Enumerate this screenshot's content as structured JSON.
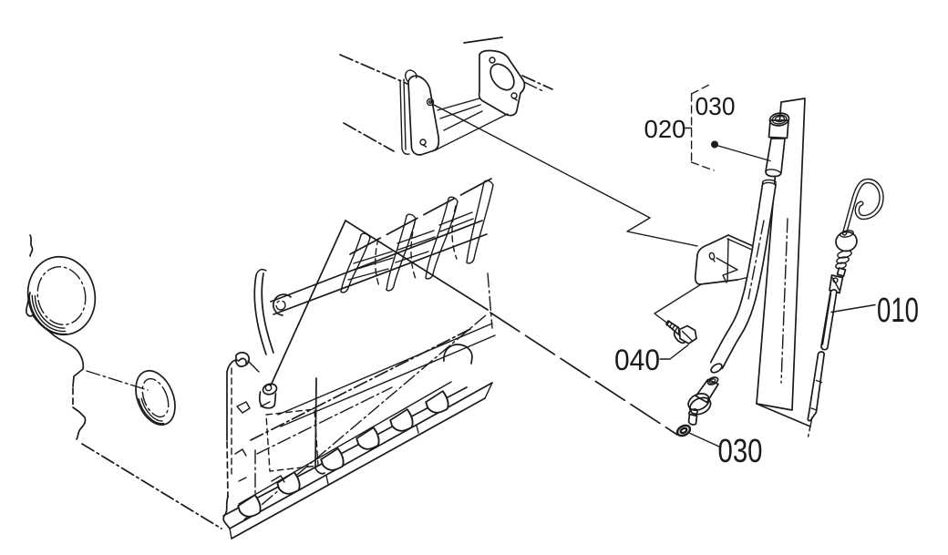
{
  "figure": {
    "type": "exploded-parts-diagram",
    "subject": "engine cylinder block with oil filler tube and dipstick",
    "background_color": "#ffffff",
    "line_color": "#1a1a1a",
    "callouts": [
      {
        "id": "010",
        "label": "010",
        "points_to": "dipstick"
      },
      {
        "id": "020",
        "label": "020",
        "points_to": "oil-filler-tube-assembly"
      },
      {
        "id": "030",
        "label": "030",
        "points_to": "filler-cap"
      },
      {
        "id": "030",
        "label": "030",
        "points_to": "o-ring"
      },
      {
        "id": "040",
        "label": "040",
        "points_to": "mount-bolt"
      }
    ]
  }
}
